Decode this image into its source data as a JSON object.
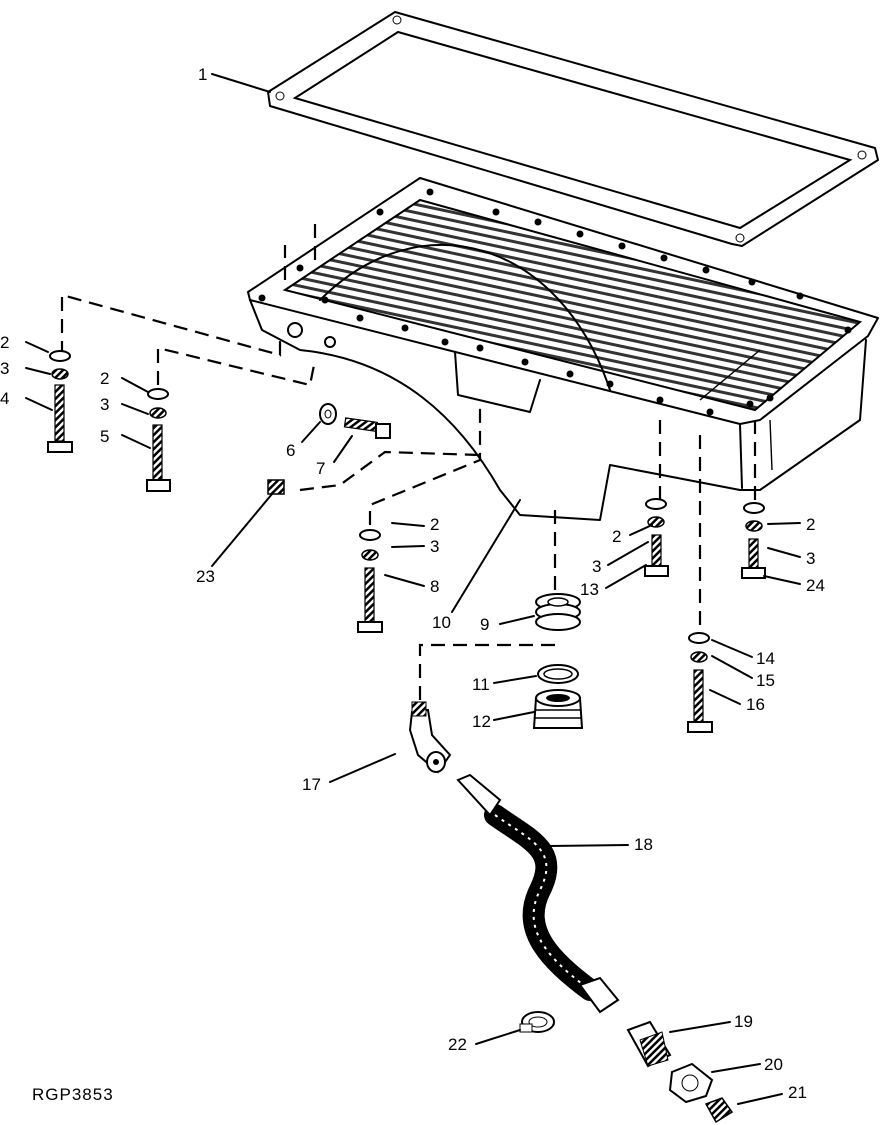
{
  "figure_code": "RGP3853",
  "callouts": {
    "c1": "1",
    "c2a": "2",
    "c3a": "3",
    "c4": "4",
    "c2b": "2",
    "c3b": "3",
    "c5": "5",
    "c6": "6",
    "c7": "7",
    "c23": "23",
    "c2c": "2",
    "c3c": "3",
    "c8": "8",
    "c9": "9",
    "c10": "10",
    "c11": "11",
    "c12": "12",
    "c2d": "2",
    "c3d": "3",
    "c13": "13",
    "c2e": "2",
    "c3e": "3",
    "c24": "24",
    "c14": "14",
    "c15": "15",
    "c16": "16",
    "c17": "17",
    "c18": "18",
    "c19": "19",
    "c20": "20",
    "c21": "21",
    "c22": "22"
  }
}
